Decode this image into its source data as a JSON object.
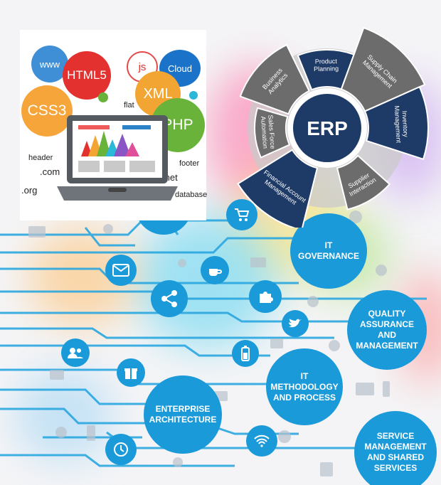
{
  "web_panel": {
    "bubbles": [
      {
        "id": "www",
        "label": "www",
        "color": "#3f8fd6"
      },
      {
        "id": "html5",
        "label": "HTML5",
        "color": "#e2312f"
      },
      {
        "id": "js",
        "label": "js",
        "color": "#ffffff"
      },
      {
        "id": "cloud",
        "label": "Cloud",
        "color": "#1a73c8"
      },
      {
        "id": "css3",
        "label": "CSS3",
        "color": "#f5a53a"
      },
      {
        "id": "xml",
        "label": "XML",
        "color": "#f2a533"
      },
      {
        "id": "php",
        "label": "PHP",
        "color": "#6ab33b"
      }
    ],
    "tags": {
      "flat": "flat",
      "header": "header",
      "dotcom": ".com",
      "footer": "footer",
      "dotnet": ".net",
      "dotorg": ".org",
      "database": "database"
    },
    "colors": {
      "laptop_body": "#555a60",
      "screen_bar": "#ee5b58"
    }
  },
  "erp_wheel": {
    "center_label": "ERP",
    "segments": [
      "Product Planning",
      "Supply Chain Management",
      "Inventory Management",
      "Supplier Interaction",
      "Financial Account Management",
      "Sales Force Automation",
      "Business Analytics"
    ],
    "colors": {
      "navy": "#1e3a66",
      "gray": "#6c6c6c",
      "light": "#c9c9c9"
    }
  },
  "nodes": [
    {
      "id": "it-governance",
      "label": "IT\nGOVERNANCE"
    },
    {
      "id": "quality-assurance",
      "label": "QUALITY\nASSURANCE\nAND\nMANAGEMENT"
    },
    {
      "id": "it-methodology",
      "label": "IT\nMETHODOLOGY\nAND PROCESS"
    },
    {
      "id": "enterprise-architecture",
      "label": "ENTERPRISE\nARCHITECTURE"
    },
    {
      "id": "service-management",
      "label": "SERVICE\nMANAGEMENT\nAND SHARED\nSERVICES"
    }
  ],
  "colors": {
    "node_blue": "#1a9ad9",
    "line_blue": "#2aa7e0"
  }
}
